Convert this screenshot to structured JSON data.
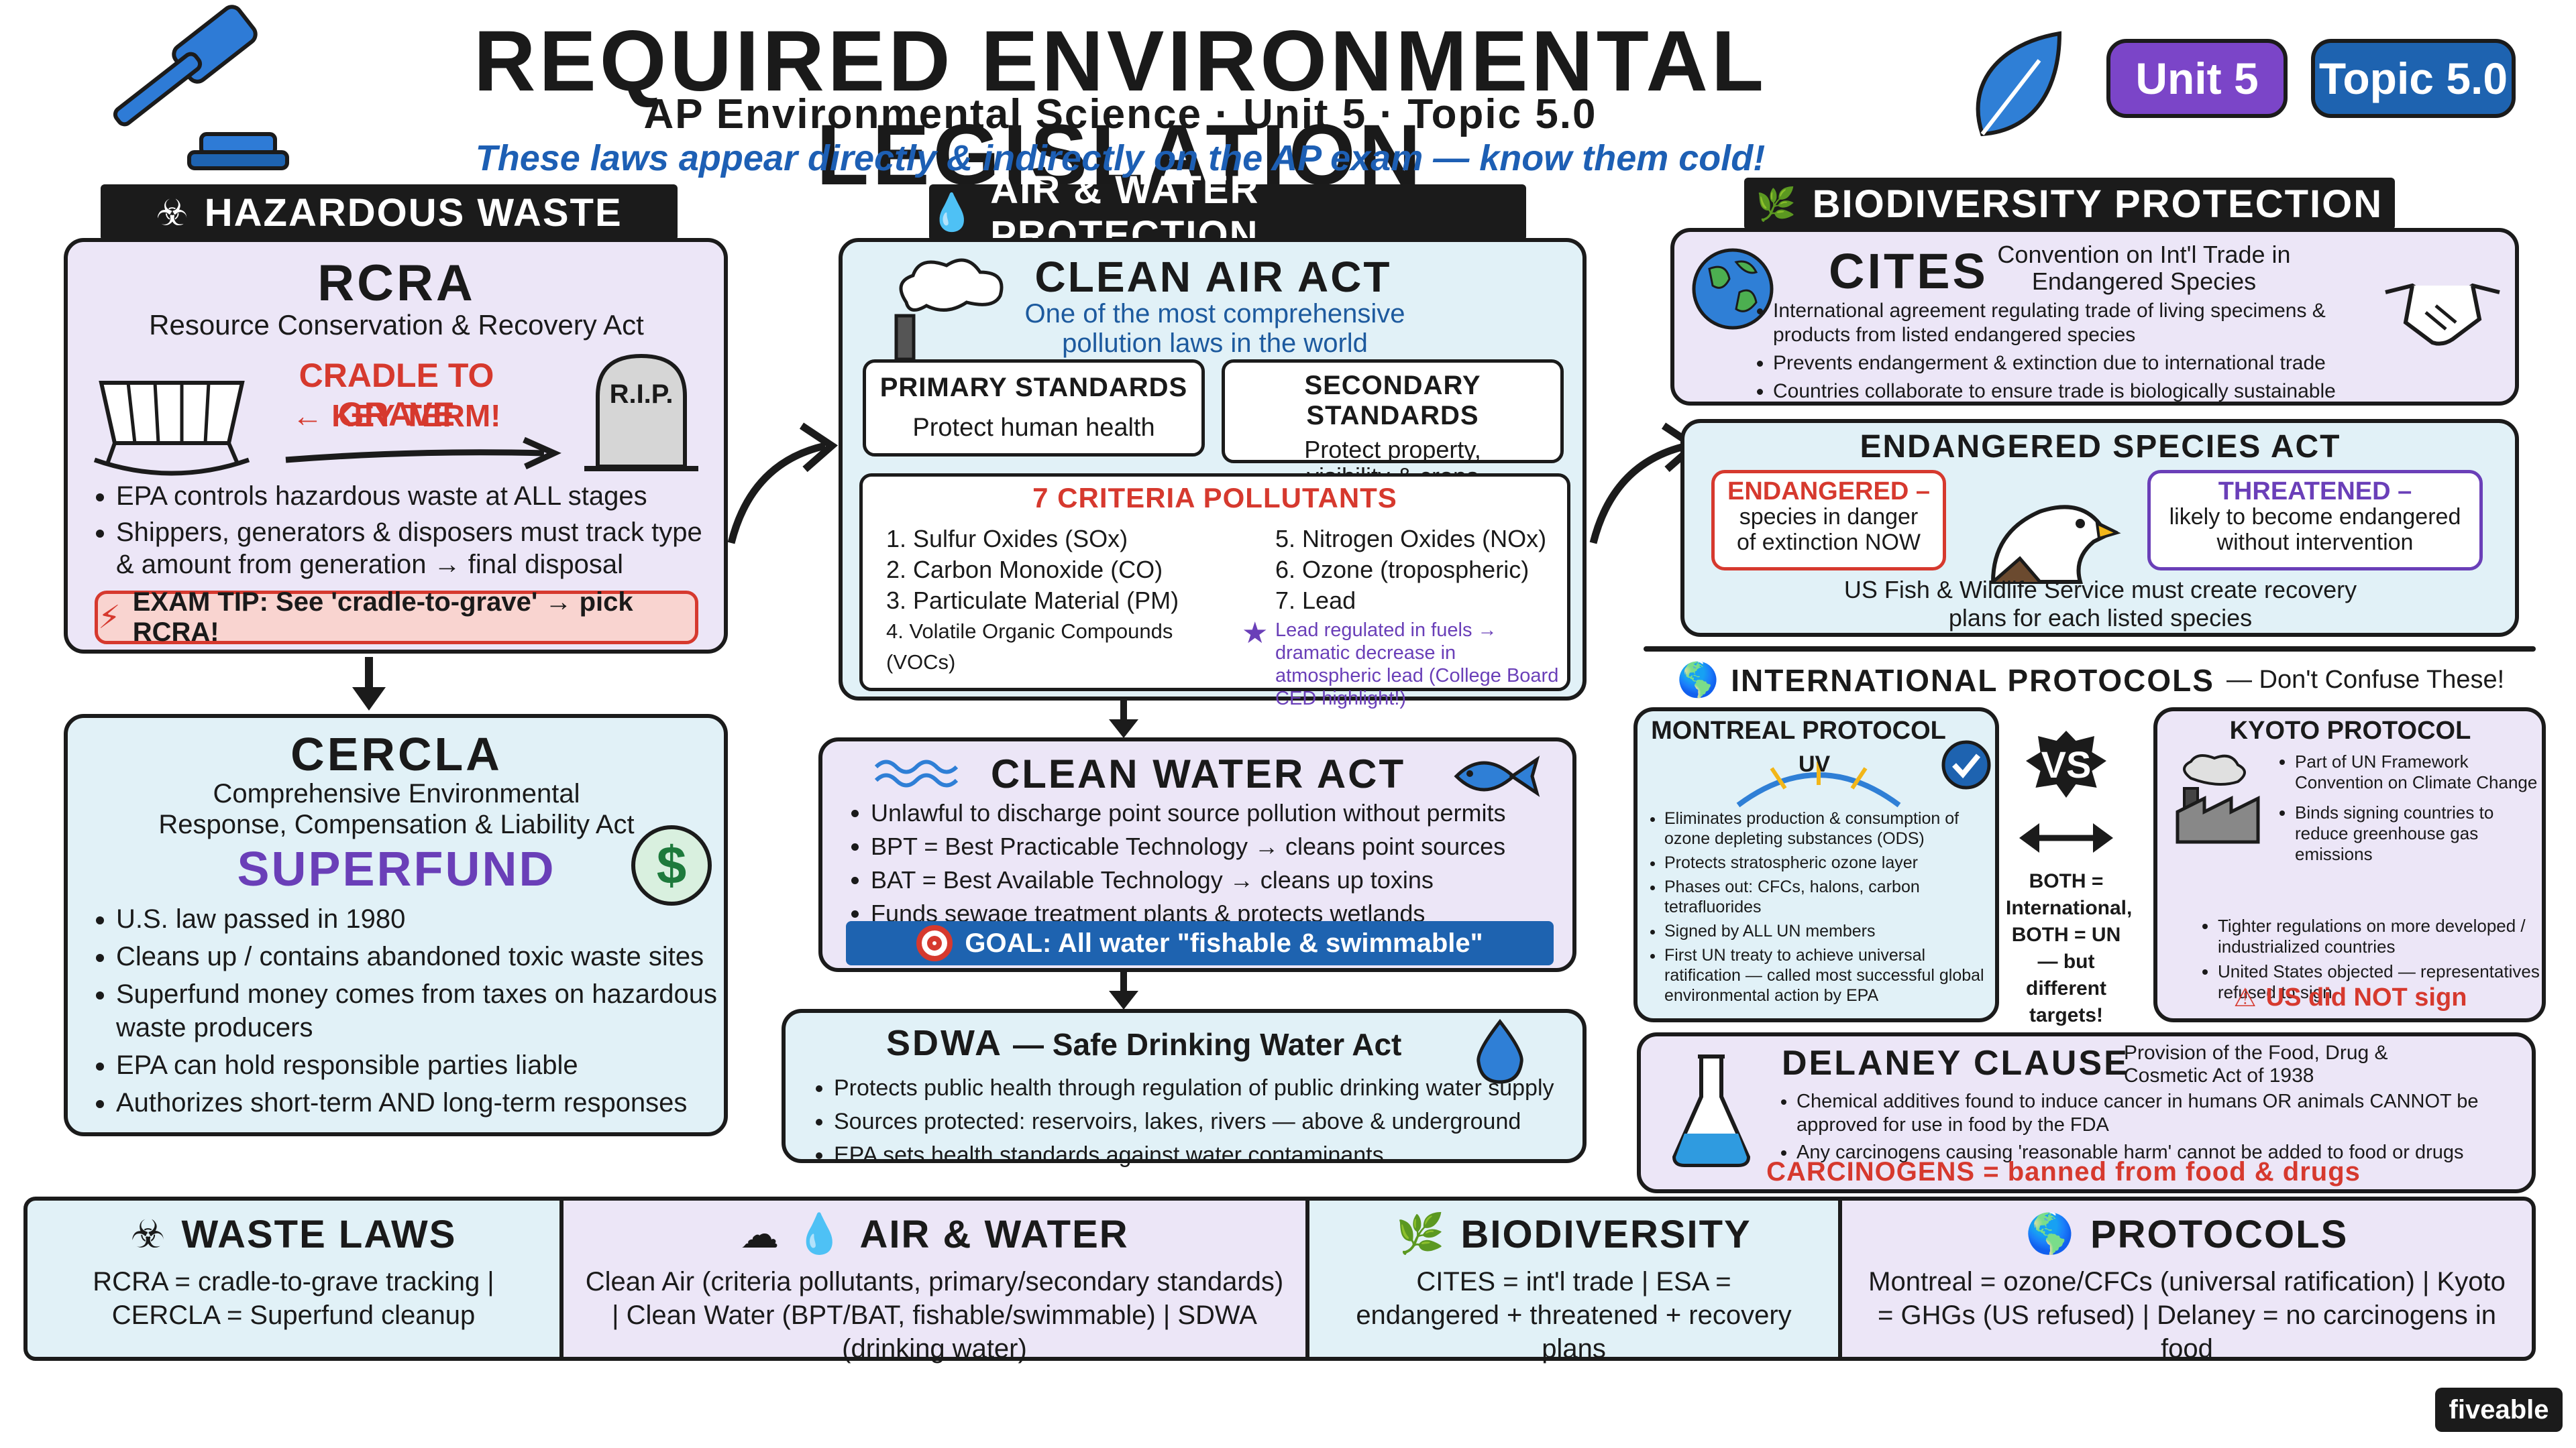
{
  "header": {
    "title": "REQUIRED ENVIRONMENTAL LEGISLATION",
    "subtitle": "AP Environmental Science · Unit 5 · Topic 5.0",
    "tagline": "These laws appear directly & indirectly on the AP exam — know them cold!",
    "badge_unit": "Unit 5",
    "badge_topic": "Topic 5.0",
    "colors": {
      "unit_badge": "#7b45c8",
      "topic_badge": "#1e63b0",
      "tagline": "#1d5fb4"
    }
  },
  "hazardous": {
    "header": "HAZARDOUS WASTE",
    "rcra": {
      "title": "RCRA",
      "full": "Resource Conservation & Recovery Act",
      "cradle": "CRADLE TO GRAVE",
      "key": "← KEY TERM!",
      "rip": "R.I.P.",
      "bullets": [
        "EPA controls hazardous waste at ALL stages",
        "Shippers, generators & disposers must track type & amount from generation → final disposal"
      ],
      "tip": "EXAM TIP: See 'cradle-to-grave' → pick RCRA!"
    },
    "cercla": {
      "title": "CERCLA",
      "full": "Comprehensive Environmental Response, Compensation & Liability Act",
      "superfund": "SUPERFUND",
      "dollar": "$",
      "bullets": [
        "U.S. law passed in 1980",
        "Cleans up / contains abandoned toxic waste sites",
        "Superfund money comes from taxes on hazardous waste producers",
        "EPA can hold responsible parties liable",
        "Authorizes short-term AND long-term responses"
      ]
    }
  },
  "air_water": {
    "header": "AIR & WATER PROTECTION",
    "caa": {
      "title": "CLEAN AIR ACT",
      "desc": "One of the most comprehensive pollution laws in the world",
      "primary_title": "PRIMARY STANDARDS",
      "primary_text": "Protect human health",
      "secondary_title": "SECONDARY STANDARDS",
      "secondary_text": "Protect property, visibility & crops",
      "criteria_title": "7 CRITERIA POLLUTANTS",
      "pollutants_left": [
        "1. Sulfur Oxides (SOx)",
        "2. Carbon Monoxide (CO)",
        "3. Particulate Material (PM)",
        "4. Volatile Organic Compounds (VOCs)"
      ],
      "pollutants_right": [
        "5. Nitrogen Oxides (NOx)",
        "6. Ozone (tropospheric)",
        "7. Lead"
      ],
      "lead_note": "Lead regulated in fuels → dramatic decrease in atmospheric lead (College Board CED highlight!)"
    },
    "cwa": {
      "title": "CLEAN WATER ACT",
      "bullets": [
        "Unlawful to discharge point source pollution without permits",
        "BPT = Best Practicable Technology → cleans point sources",
        "BAT = Best Available Technology → cleans up toxins",
        "Funds sewage treatment plants & protects wetlands"
      ],
      "goal": "GOAL: All water \"fishable & swimmable\""
    },
    "sdwa": {
      "title": "SDWA",
      "full": "— Safe Drinking Water Act",
      "bullets": [
        "Protects public health through regulation of public drinking water supply",
        "Sources protected: reservoirs, lakes, rivers — above & underground",
        "EPA sets health standards against water contaminants"
      ]
    }
  },
  "biodiversity": {
    "header": "BIODIVERSITY PROTECTION",
    "cites": {
      "title": "CITES",
      "full": "Convention on Int'l Trade in Endangered Species",
      "bullets": [
        "International agreement regulating trade of living specimens & products from listed endangered species",
        "Prevents endangerment & extinction due to international trade",
        "Countries collaborate to ensure trade is biologically sustainable"
      ]
    },
    "esa": {
      "title": "ENDANGERED SPECIES ACT",
      "endangered_title": "ENDANGERED –",
      "endangered_text": "species in danger of extinction NOW",
      "threatened_title": "THREATENED –",
      "threatened_text": "likely to become endangered without intervention",
      "note": "US Fish & Wildlife Service must create recovery plans for each listed species"
    }
  },
  "protocols": {
    "header": "INTERNATIONAL PROTOCOLS",
    "header_note": "— Don't Confuse These!",
    "montreal": {
      "title": "MONTREAL PROTOCOL",
      "uv": "UV",
      "bullets": [
        "Eliminates production & consumption of ozone depleting substances (ODS)",
        "Protects stratospheric ozone layer",
        "Phases out: CFCs, halons, carbon tetrafluorides",
        "Signed by ALL UN members",
        "First UN treaty to achieve universal ratification — called most successful global environmental action by EPA"
      ]
    },
    "vs": "VS",
    "both": "BOTH = International, BOTH = UN — but different targets!",
    "kyoto": {
      "title": "KYOTO PROTOCOL",
      "bullets": [
        "Part of UN Framework Convention on Climate Change",
        "Binds signing countries to reduce greenhouse gas emissions",
        "Tighter regulations on more developed / industrialized countries",
        "United States objected — representatives refused to sign"
      ],
      "warning": "US did NOT sign"
    },
    "delaney": {
      "title": "DELANEY CLAUSE",
      "provision": "Provision of the Food, Drug & Cosmetic Act of 1938",
      "bullets": [
        "Chemical additives found to induce cancer in humans OR animals CANNOT be approved for use in food by the FDA",
        "Any carcinogens causing 'reasonable harm' cannot be added to food or drugs"
      ],
      "summary": "CARCINOGENS = banned from food & drugs"
    }
  },
  "footer": {
    "waste_title": "WASTE LAWS",
    "waste_text": "RCRA = cradle-to-grave tracking | CERCLA = Superfund cleanup",
    "air_title": "AIR & WATER",
    "air_text": "Clean Air (criteria pollutants, primary/secondary standards) | Clean Water (BPT/BAT, fishable/swimmable) | SDWA (drinking water)",
    "bio_title": "BIODIVERSITY",
    "bio_text": "CITES = int'l trade | ESA = endangered + threatened + recovery plans",
    "proto_title": "PROTOCOLS",
    "proto_text": "Montreal = ozone/CFCs (universal ratification) | Kyoto = GHGs (US refused) | Delaney = no carcinogens in food",
    "brand": "fiveable"
  },
  "icons": [
    "gavel-icon",
    "leaf-icon",
    "biohazard-icon",
    "water-drop-icon",
    "leaf-icon",
    "cradle-icon",
    "gravestone-icon",
    "lightning-icon",
    "dollar-icon",
    "smokestack-icon",
    "star-icon",
    "waves-icon",
    "fish-icon",
    "target-icon",
    "globe-icon",
    "handshake-icon",
    "eagle-icon",
    "checkmark-icon",
    "factory-icon",
    "warning-icon",
    "flask-icon",
    "cloud-icon"
  ]
}
